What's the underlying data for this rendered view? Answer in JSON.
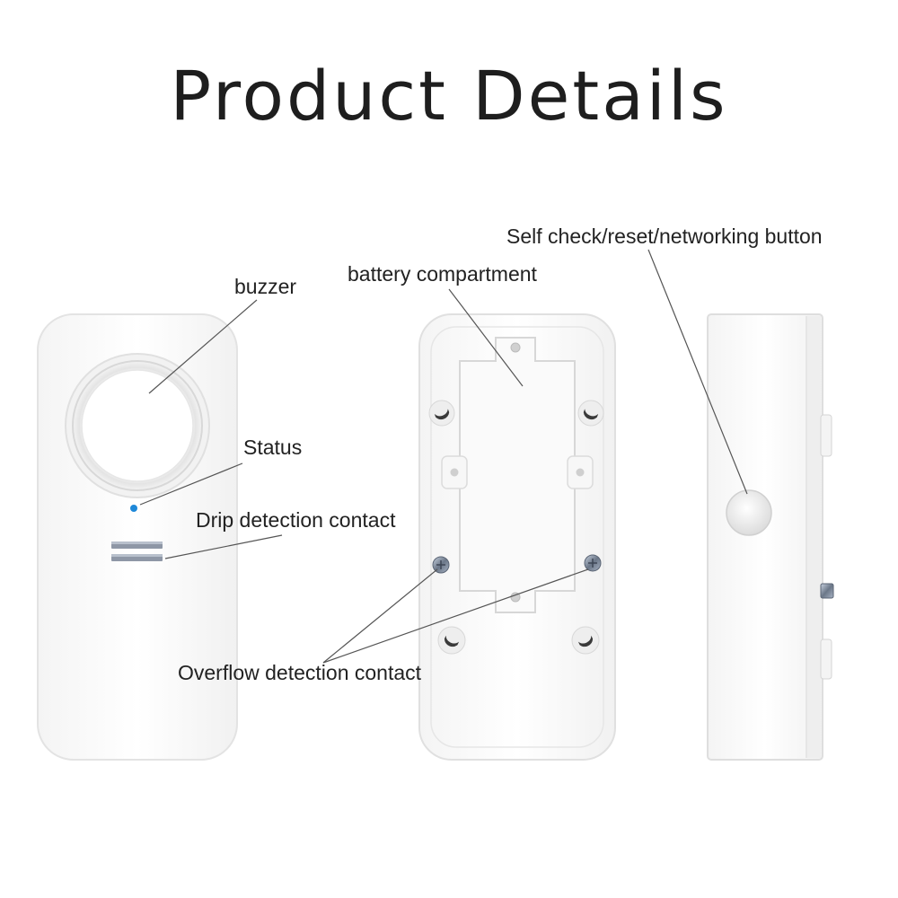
{
  "title": "Product Details",
  "labels": {
    "buzzer": "buzzer",
    "battery": "battery compartment",
    "button": "Self check/reset/networking button",
    "status": "Status",
    "drip": "Drip detection contact",
    "overflow": "Overflow detection contact"
  },
  "colors": {
    "status_led": "#1e88d8",
    "device_body": "#ffffff",
    "device_edge": "#e2e2e2",
    "leader_line": "#555555"
  }
}
